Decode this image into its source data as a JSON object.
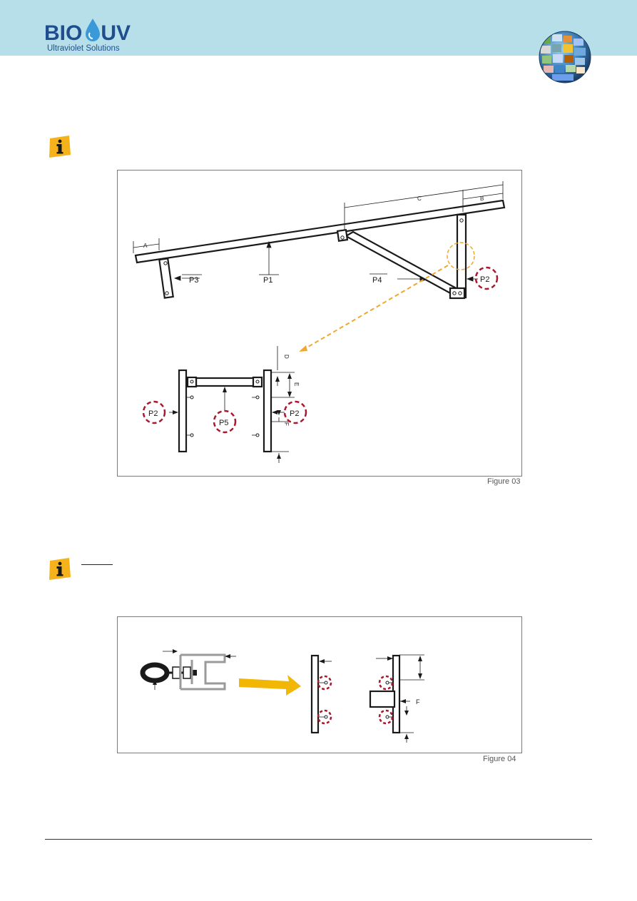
{
  "brand": {
    "logo_main": "BIO UV",
    "logo_sub": "Ultraviolet Solutions",
    "header_color": "#b7dfea",
    "brand_blue": "#1f4e8e"
  },
  "icons": {
    "info_icon": "info-icon",
    "globe": "globe-photo-collage"
  },
  "figure03": {
    "caption": "Figure 03",
    "labels": {
      "a": "A",
      "b": "B",
      "c": "C",
      "d": "D",
      "e": "E",
      "f": "F",
      "p1": "P1",
      "p2": "P2",
      "p3": "P3",
      "p4": "P4",
      "p5": "P5"
    }
  },
  "figure04": {
    "caption": "Figure 04",
    "labels": {
      "f": "F"
    }
  },
  "colors": {
    "callout_red": "#a8192e",
    "dash_orange": "#f0a830",
    "arrow_yellow": "#f2b705",
    "icon_yellow": "#f5b21b"
  }
}
